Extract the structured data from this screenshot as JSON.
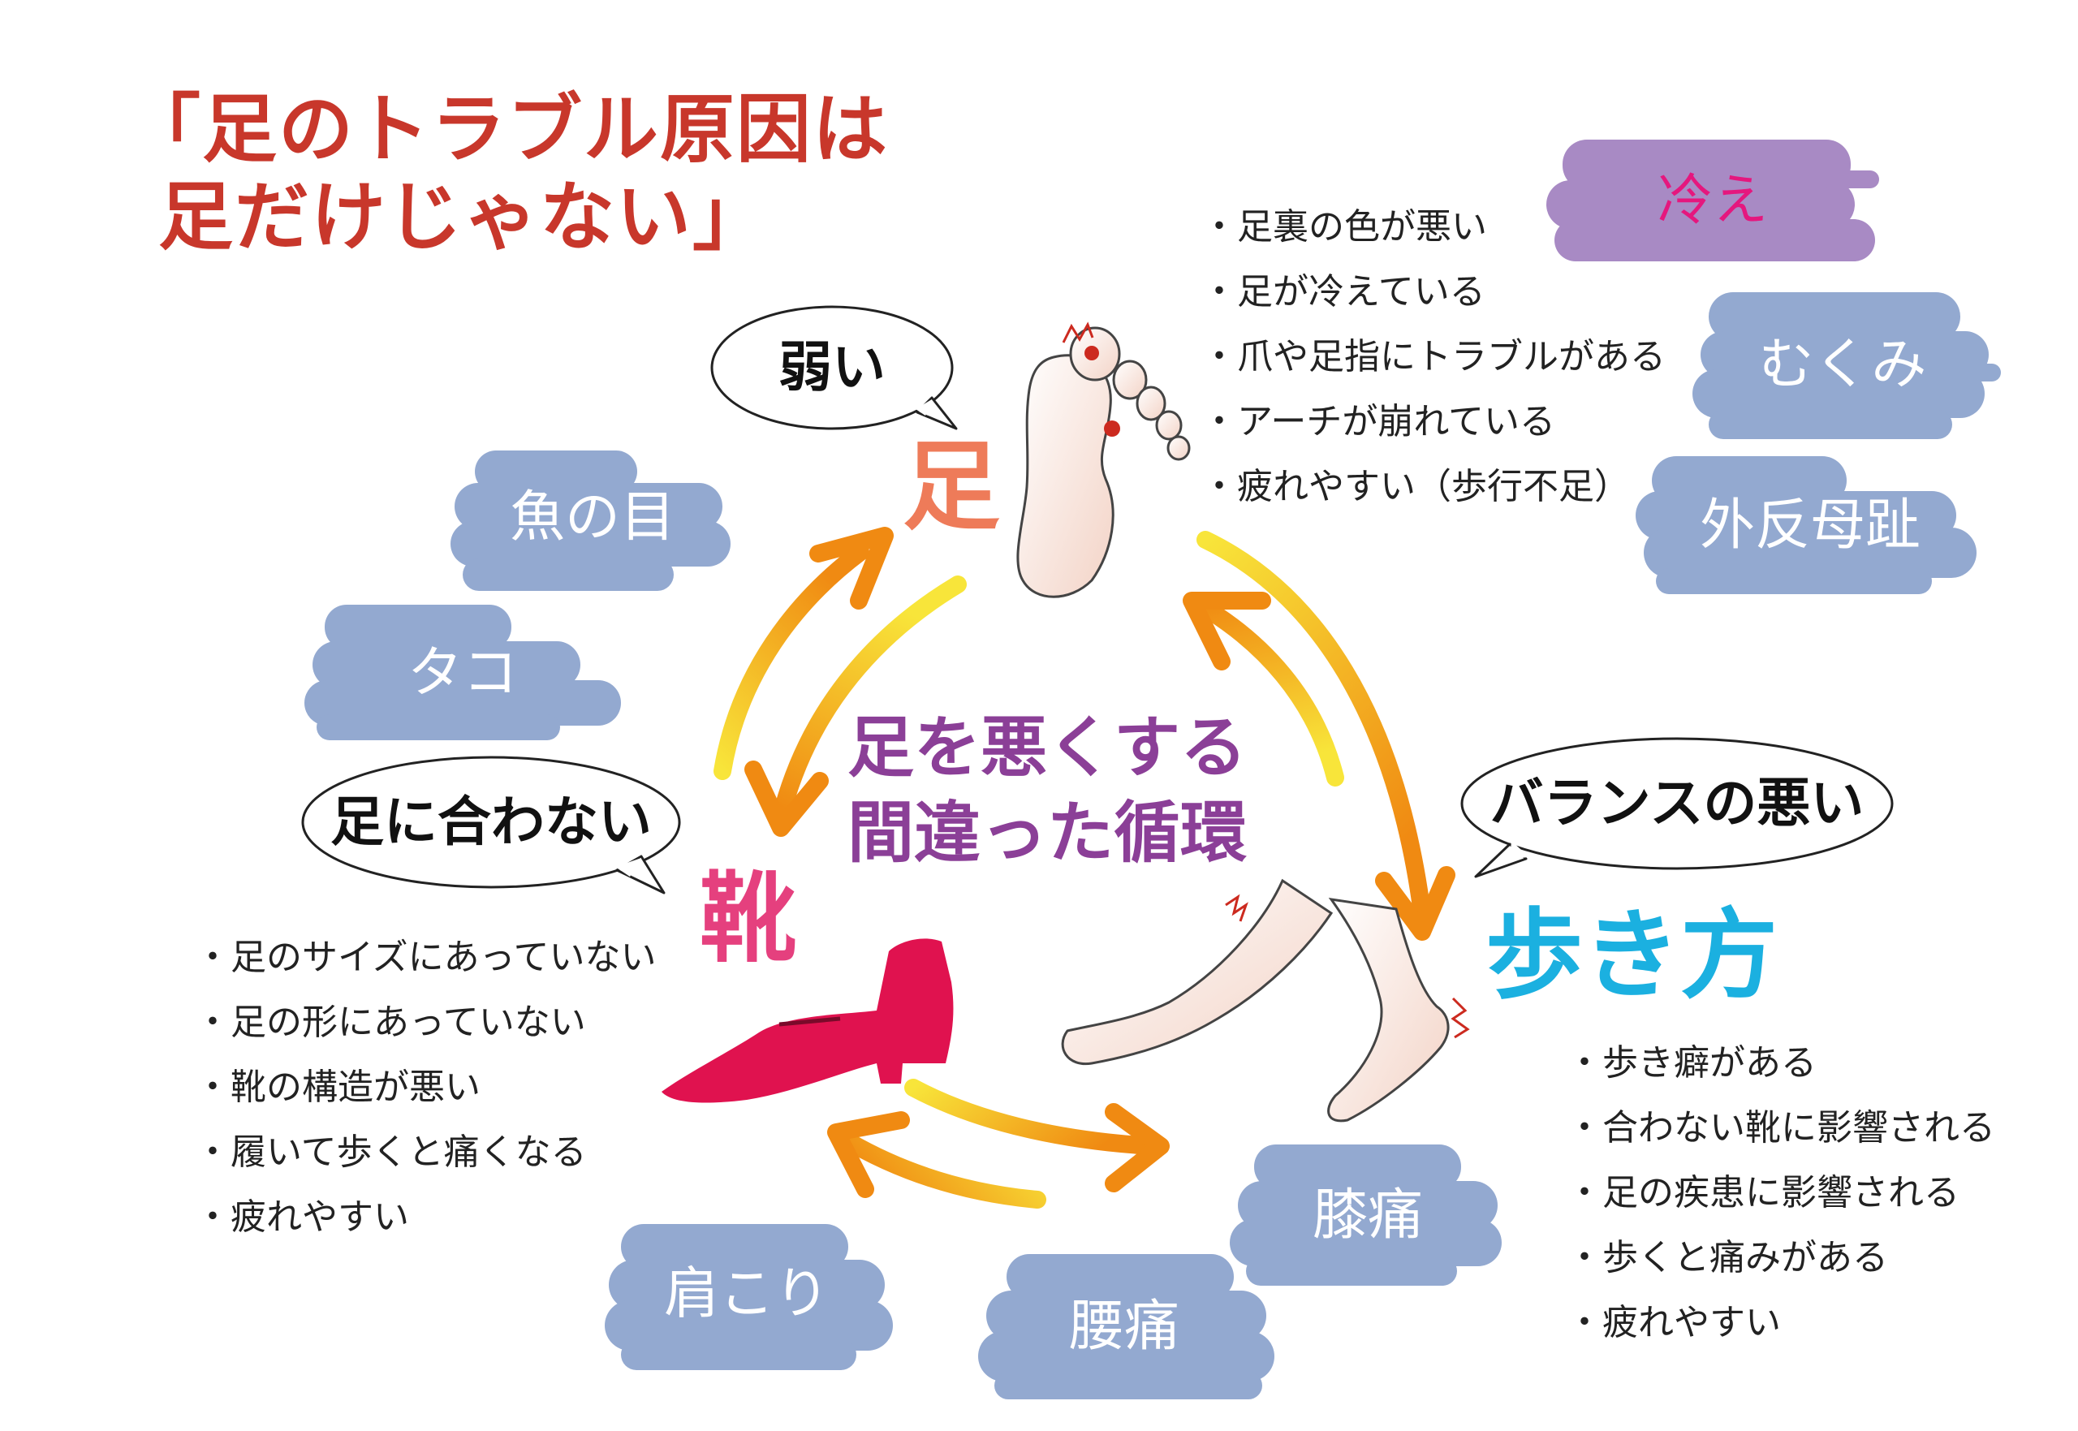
{
  "title": {
    "line1": "「足のトラブル原因は",
    "line2": "足だけじゃない」"
  },
  "center": {
    "line1": "足を悪くする",
    "line2": "間違った循環"
  },
  "nodes": {
    "foot": {
      "label": "足",
      "color": "#ee7b59"
    },
    "shoe": {
      "label": "靴",
      "color": "#e5407e"
    },
    "walk": {
      "label": "歩き方",
      "color": "#1bb0e0"
    }
  },
  "bubbles": {
    "foot": "弱い",
    "shoe": "足に合わない",
    "walk": "バランスの悪い"
  },
  "lists": {
    "foot": [
      "・足裏の色が悪い",
      "・足が冷えている",
      "・爪や足指にトラブルがある",
      "・アーチが崩れている",
      "・疲れやすい（歩行不足）"
    ],
    "shoe": [
      "・足のサイズにあっていない",
      "・足の形にあっていない",
      "・靴の構造が悪い",
      "・履いて歩くと痛くなる",
      "・疲れやすい"
    ],
    "walk": [
      "・歩き癖がある",
      "・合わない靴に影響される",
      "・足の疾患に影響される",
      "・歩くと痛みがある",
      "・疲れやすい"
    ]
  },
  "symptoms": {
    "hie": "冷え",
    "mukumi": "むくみ",
    "gaihan": "外反母趾",
    "uonome": "魚の目",
    "tako": "タコ",
    "katakori": "肩こり",
    "youtsu": "腰痛",
    "shitsutsu": "膝痛"
  },
  "colors": {
    "title": "#c8372b",
    "center": "#8b3f97",
    "blob_blue": "#93a9d0",
    "blob_purple": "#a88ac4",
    "hie_text": "#e5177e",
    "arrow_orange": "#f08a12",
    "arrow_yellow": "#f8e53a",
    "shoe_fill": "#e0124f"
  }
}
